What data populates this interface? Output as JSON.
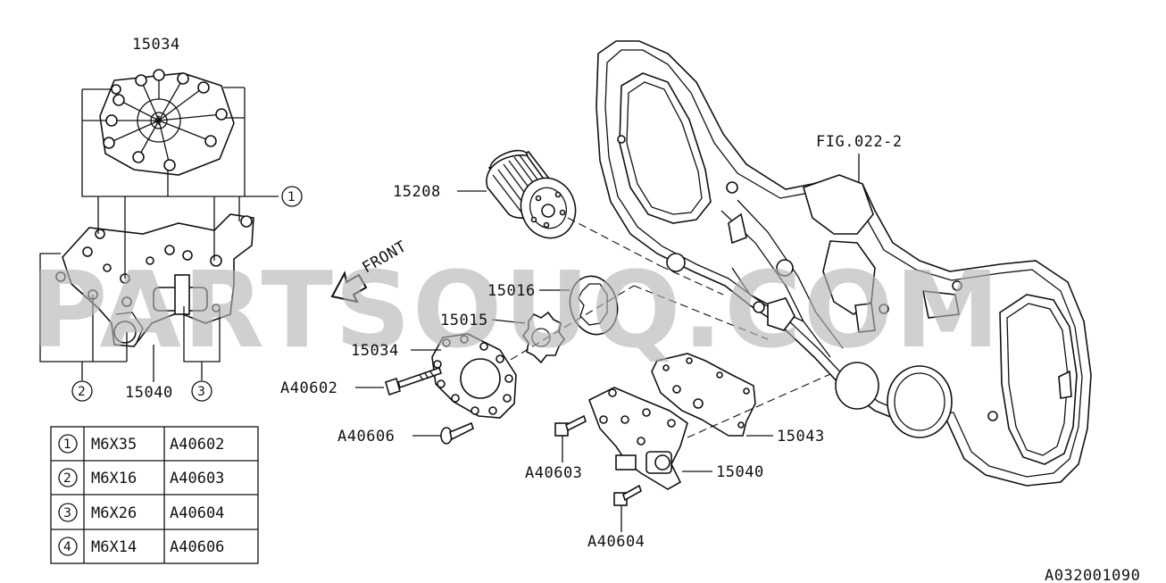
{
  "watermark": "PARTSOUQ.COM",
  "diagram_code": "A032001090",
  "labels": {
    "p15034_top": "15034",
    "p15040_left": "15040",
    "p15208": "15208",
    "p15016": "15016",
    "p15015": "15015",
    "p15034_mid": "15034",
    "a40602": "A40602",
    "a40606": "A40606",
    "a40603": "A40603",
    "a40604": "A40604",
    "p15043": "15043",
    "p15040_right": "15040",
    "fig_ref": "FIG.022-2",
    "front": "FRONT",
    "callout_1": "1",
    "callout_2": "2",
    "callout_3": "3"
  },
  "bolt_table": {
    "rows": [
      {
        "num": "1",
        "size": "M6X35",
        "part": "A40602"
      },
      {
        "num": "2",
        "size": "M6X16",
        "part": "A40603"
      },
      {
        "num": "3",
        "size": "M6X26",
        "part": "A40604"
      },
      {
        "num": "4",
        "size": "M6X14",
        "part": "A40606"
      }
    ]
  }
}
